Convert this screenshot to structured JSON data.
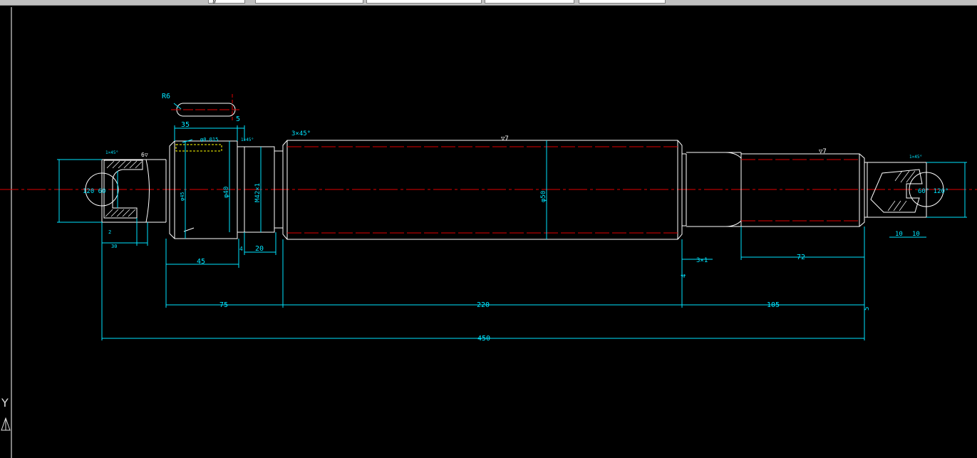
{
  "toolbar": {
    "dropdown_text": "ℊ"
  },
  "ucs": {
    "y_label": "Y"
  },
  "labels": {
    "r6": "R6",
    "d35": "35",
    "d5": "5",
    "ch3x45": "3×45°",
    "ch1x45_a": "1×45°",
    "ch1x45_b": "1×45°",
    "ch1x45_c": "1×45°",
    "sur6": "6▽",
    "sur7_a": "▽7",
    "sur7_b": "▽7",
    "d120_60_l": "120 60",
    "d40": "φ40",
    "m42": "M42×1",
    "d50": "φ50",
    "d45": "φ45",
    "dia045": "φ0.015",
    "d30": "30",
    "d2": "2",
    "d45b": "45",
    "d4": "4",
    "d20": "20",
    "d3x1": "3×1",
    "d72": "72",
    "d75": "75",
    "d220": "220",
    "d105": "105",
    "d450": "450",
    "d10a": "10",
    "d10b": "10",
    "d120_60_r": "60° 120°",
    "t4": "4",
    "t5": "5"
  }
}
